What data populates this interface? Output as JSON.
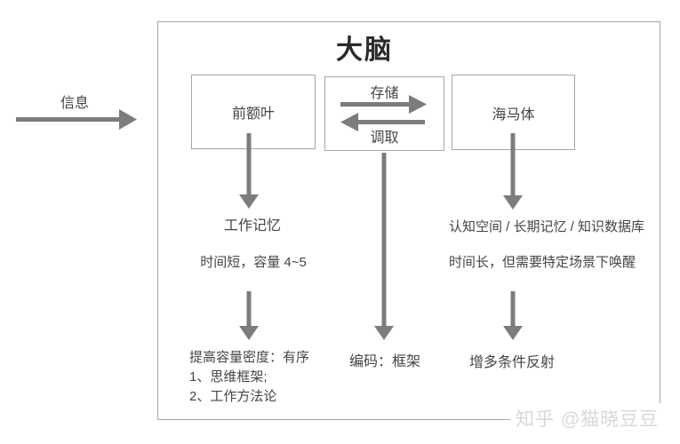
{
  "diagram": {
    "title": "大脑",
    "input": {
      "label": "信息"
    },
    "boxes": {
      "prefrontal": {
        "label": "前额叶"
      },
      "transfer": {
        "store_label": "存储",
        "retrieve_label": "调取"
      },
      "hippocampus": {
        "label": "海马体"
      }
    },
    "left_branch": {
      "result": "工作记忆",
      "detail": "时间短，容量 4~5",
      "improvement_title": "提高容量密度：有序",
      "improvement_item1": "1、思维框架;",
      "improvement_item2": "2、工作方法论"
    },
    "middle_branch": {
      "method": "编码：框架"
    },
    "right_branch": {
      "result": "认知空间 / 长期记忆 / 知识数据库",
      "detail": "时间长，但需要特定场景下唤醒",
      "improvement": "增多条件反射"
    },
    "watermark": "知乎 @猫晓豆豆",
    "colors": {
      "arrow": "#7c7c7c",
      "border": "#a6a6a6",
      "text": "#454545",
      "title": "#2b2b2b",
      "watermark": "#d8d8d8"
    }
  }
}
